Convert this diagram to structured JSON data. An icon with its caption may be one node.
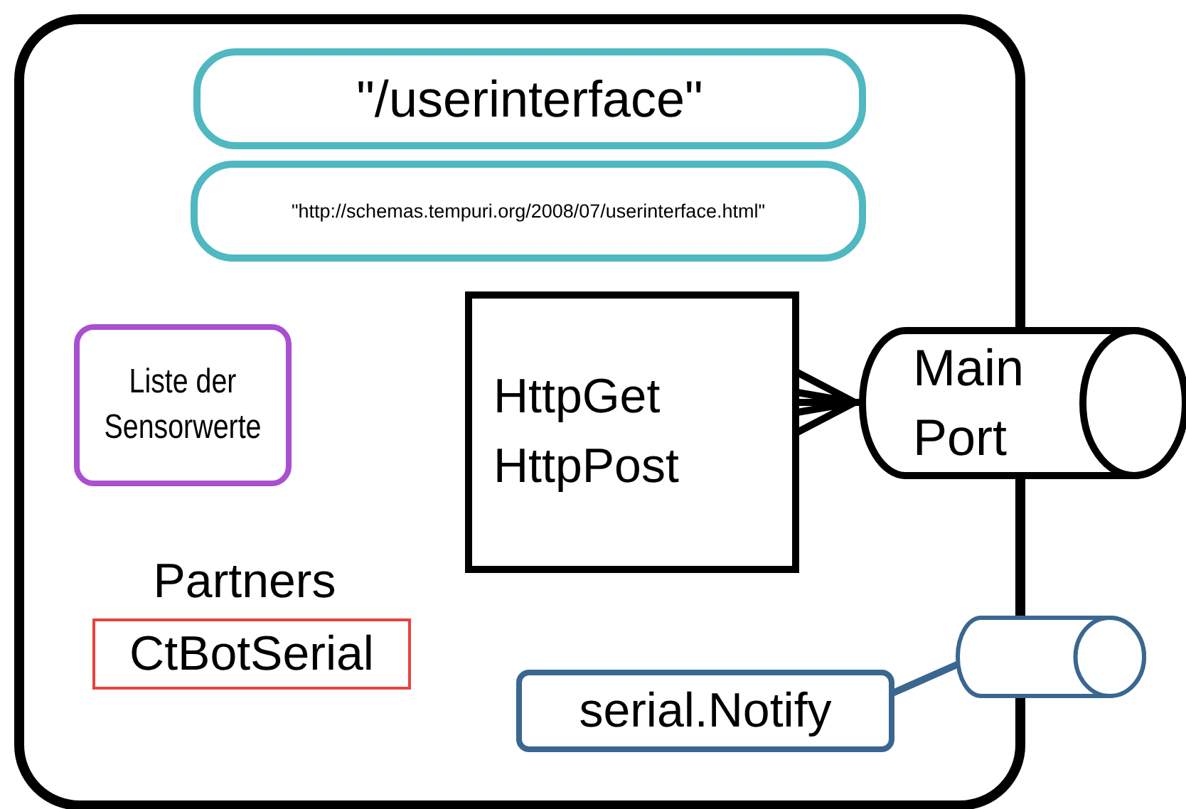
{
  "diagram": {
    "nodes": [
      {
        "text": [],
        "shape": "box"
      },
      {
        "text": [
          "\"/userinterface\""
        ],
        "in": 0
      },
      {
        "text": [
          "\"http://schemas.tempuri.org/2008/07/userinterface.html\""
        ],
        "in": 0
      },
      {
        "text": [
          "Liste der Sensorwerte"
        ],
        "in": 0
      },
      {
        "text": [
          "Partners",
          "CtBotSerial"
        ],
        "in": 0
      },
      {
        "text": [
          "HttpGet HttpPost"
        ],
        "in": 0
      },
      {
        "text": [
          "Main Port"
        ]
      },
      {
        "text": [
          "serial.Notify"
        ],
        "in": 0
      },
      {
        "text": [],
        "shape": "cylinder"
      }
    ],
    "edges": [
      {
        "from": 5,
        "to": 6,
        "arrow": "other"
      },
      {
        "from": 7,
        "to": 8,
        "arrow": "none",
        "color": "#3a6790"
      }
    ]
  }
}
